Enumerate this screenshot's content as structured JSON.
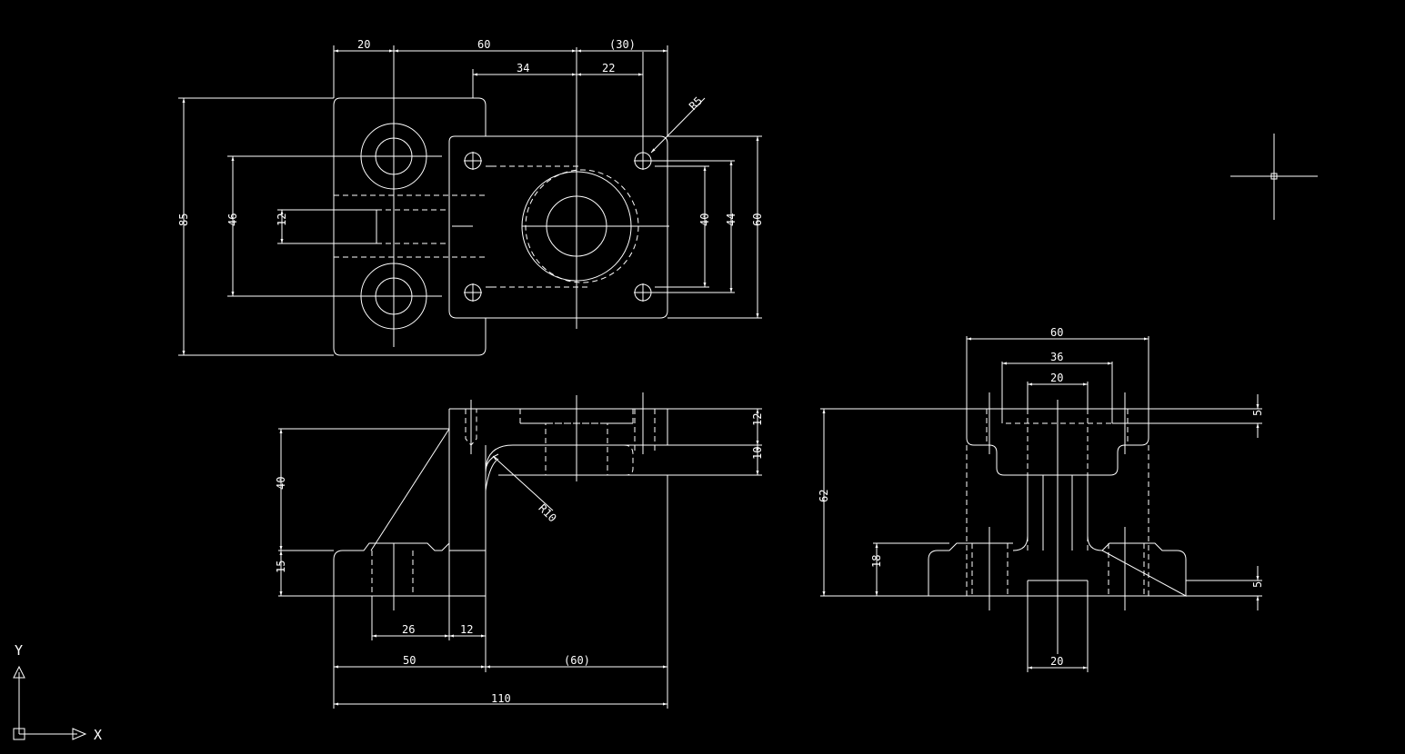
{
  "top_view": {
    "dims": {
      "w20": "20",
      "w60": "60",
      "w30": "(30)",
      "w34": "34",
      "w22": "22",
      "r5": "R5",
      "h85": "85",
      "h46": "46",
      "h12": "12",
      "h40": "40",
      "h44": "44",
      "h60": "60"
    }
  },
  "front_view": {
    "dims": {
      "h40": "40",
      "h15": "15",
      "h12": "12",
      "h10": "10",
      "r10": "R10",
      "w26": "26",
      "w12": "12",
      "w50": "50",
      "w60": "(60)",
      "w110": "110"
    }
  },
  "side_view": {
    "dims": {
      "w60": "60",
      "w36": "36",
      "w20": "20",
      "h62": "62",
      "h18": "18",
      "h5a": "5",
      "h5b": "5",
      "w20b": "20"
    }
  },
  "ucs": {
    "x_label": "X",
    "y_label": "Y"
  },
  "colors": {
    "background": "#000000",
    "lines": "#ffffff"
  }
}
